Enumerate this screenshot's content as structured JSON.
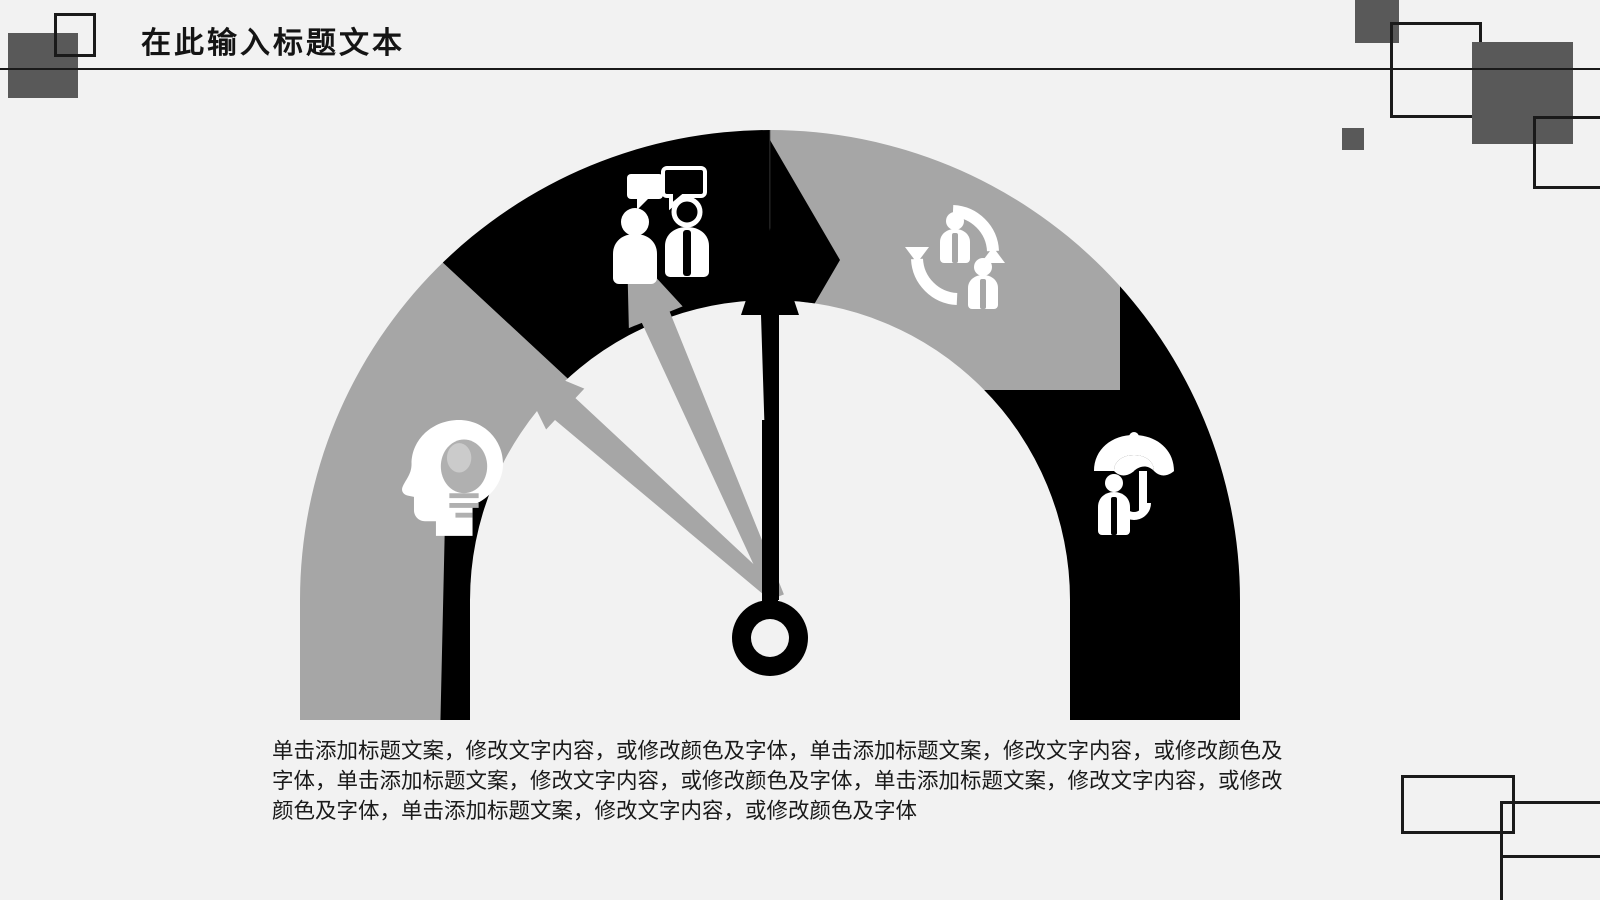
{
  "slide": {
    "background_color": "#f2f2f2",
    "title": "在此输入标题文本",
    "body_text": "单击添加标题文案，修改文字内容，或修改颜色及字体，单击添加标题文案，修改文字内容，或修改颜色及字体，单击添加标题文案，修改文字内容，或修改颜色及字体，单击添加标题文案，修改文字内容，或修改颜色及字体，单击添加标题文案，修改文字内容，或修改颜色及字体"
  },
  "colors": {
    "dark": "#000000",
    "gray": "#a6a6a6",
    "deco_fill": "#595959",
    "deco_stroke": "#1a1a1a",
    "background": "#f2f2f2",
    "icon": "#ffffff"
  },
  "chart_data": {
    "type": "gauge",
    "title": "",
    "description": "Half-circle gauge dial divided into four chevron segments with three needles",
    "segments": [
      {
        "index": 1,
        "label": "",
        "icon": "head-lightbulb-icon",
        "color": "#a6a6a6",
        "start_angle": 180,
        "end_angle": 135
      },
      {
        "index": 2,
        "label": "",
        "icon": "people-discussion-icon",
        "color": "#000000",
        "start_angle": 135,
        "end_angle": 90
      },
      {
        "index": 3,
        "label": "",
        "icon": "people-exchange-icon",
        "color": "#a6a6a6",
        "start_angle": 90,
        "end_angle": 45
      },
      {
        "index": 4,
        "label": "",
        "icon": "umbrella-person-icon",
        "color": "#000000",
        "start_angle": 45,
        "end_angle": 0
      }
    ],
    "needles": [
      {
        "index": 1,
        "color": "#a6a6a6",
        "angle_deg": 137,
        "length": 340
      },
      {
        "index": 2,
        "color": "#a6a6a6",
        "angle_deg": 112,
        "length": 365
      },
      {
        "index": 3,
        "color": "#000000",
        "angle_deg": 90,
        "length": 390
      }
    ],
    "hub": {
      "color": "#000000",
      "shape": "ring"
    },
    "axis_range": [
      0,
      180
    ],
    "grid": false,
    "legend": "none"
  },
  "icons": {
    "segment_1": "head-lightbulb-icon",
    "segment_2": "people-discussion-icon",
    "segment_3": "people-exchange-icon",
    "segment_4": "umbrella-person-icon"
  }
}
